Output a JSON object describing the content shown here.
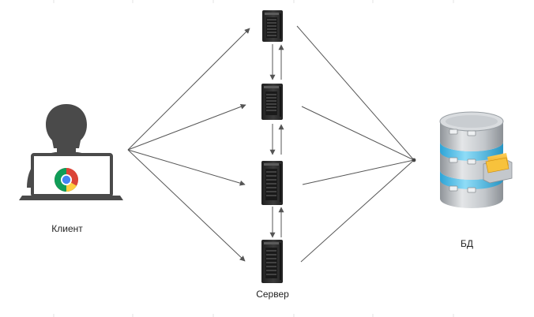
{
  "diagram": {
    "client": {
      "label": "Клиент",
      "icon": "user-with-laptop-icon",
      "browser_icon": "chrome-icon"
    },
    "server": {
      "label": "Сервер",
      "count": 4,
      "icon": "server-tower-icon"
    },
    "database": {
      "label": "БД",
      "icon": "database-icon"
    },
    "colors": {
      "arrow": "#555555",
      "silhouette": "#4a4a4a",
      "server_body": "#2e2e2e",
      "db_silver": "#b9bdc1",
      "db_band": "#5fc3ea",
      "folder": "#f2b731"
    }
  }
}
